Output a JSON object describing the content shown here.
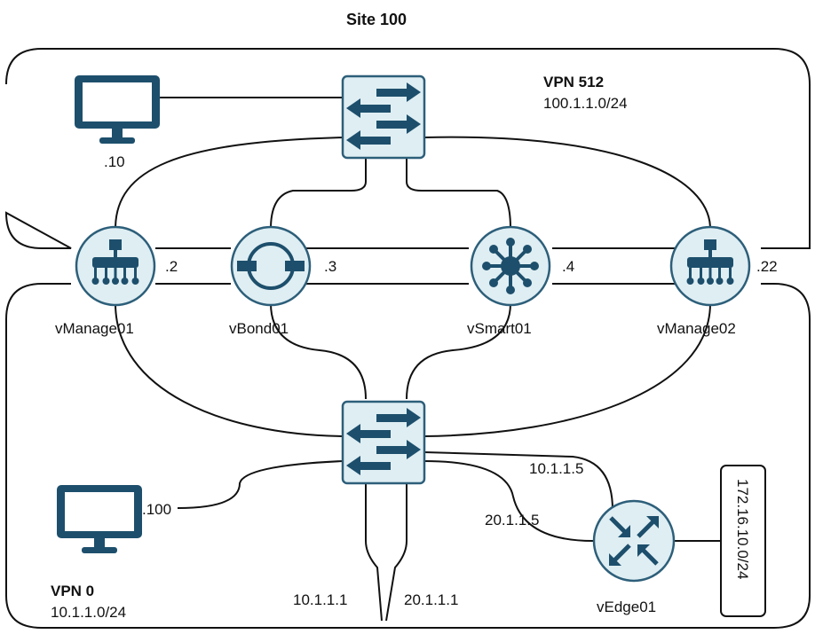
{
  "title": "Site 100",
  "vpn512": {
    "name": "VPN 512",
    "subnet": "100.1.1.0/24"
  },
  "vpn0": {
    "name": "VPN 0",
    "subnet": "10.1.1.0/24"
  },
  "hosts": {
    "top_pc": ".10",
    "bottom_pc": ".100"
  },
  "devices": {
    "vmanage01": {
      "label": "vManage01",
      "ip": ".2"
    },
    "vbond01": {
      "label": "vBond01",
      "ip": ".3"
    },
    "vsmart01": {
      "label": "vSmart01",
      "ip": ".4"
    },
    "vmanage02": {
      "label": "vManage02",
      "ip": ".22"
    },
    "vedge01": {
      "label": "vEdge01",
      "ip_a": "10.1.1.5",
      "ip_b": "20.1.1.5"
    }
  },
  "uplinks": {
    "left": "10.1.1.1",
    "right": "20.1.1.1"
  },
  "lan": "172.16.10.0/24",
  "icons": {
    "switch": "switch-icon",
    "vmanage": "vmanage-icon",
    "vbond": "vbond-icon",
    "vsmart": "vsmart-icon",
    "router": "router-icon",
    "monitor": "monitor-icon"
  },
  "colors": {
    "device_fill": "#dfeef3",
    "device_stroke": "#2d5f7a",
    "glyph": "#1d4f6c"
  }
}
